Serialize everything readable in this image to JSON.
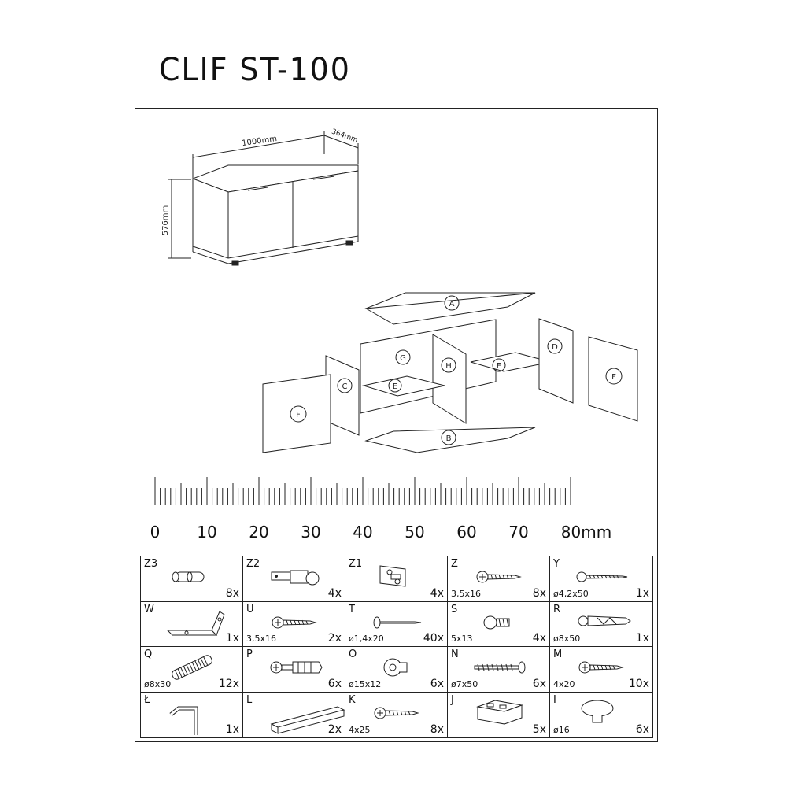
{
  "title": "CLIF ST-100",
  "dimensions": {
    "width": "1000mm",
    "depth": "364mm",
    "height": "576mm"
  },
  "panels": [
    "A",
    "B",
    "C",
    "D",
    "E",
    "E",
    "F",
    "F",
    "G",
    "H"
  ],
  "ruler": {
    "labels": [
      "0",
      "10",
      "20",
      "30",
      "40",
      "50",
      "60",
      "70",
      "80mm"
    ]
  },
  "parts": [
    {
      "code": "Z3",
      "size": "",
      "qty": "8x",
      "icon": "dowel-connector-icon"
    },
    {
      "code": "Z2",
      "size": "",
      "qty": "4x",
      "icon": "hinge-icon"
    },
    {
      "code": "Z1",
      "size": "",
      "qty": "4x",
      "icon": "mounting-plate-icon"
    },
    {
      "code": "Z",
      "size": "3,5x16",
      "qty": "8x",
      "icon": "screw-icon"
    },
    {
      "code": "Y",
      "size": "ø4,2x50",
      "qty": "1x",
      "icon": "long-screw-icon"
    },
    {
      "code": "W",
      "size": "",
      "qty": "1x",
      "icon": "angle-bracket-icon"
    },
    {
      "code": "U",
      "size": "3,5x16",
      "qty": "2x",
      "icon": "screw-icon"
    },
    {
      "code": "T",
      "size": "ø1,4x20",
      "qty": "40x",
      "icon": "nail-icon"
    },
    {
      "code": "S",
      "size": "5x13",
      "qty": "4x",
      "icon": "short-screw-icon"
    },
    {
      "code": "R",
      "size": "ø8x50",
      "qty": "1x",
      "icon": "wall-plug-icon"
    },
    {
      "code": "Q",
      "size": "ø8x30",
      "qty": "12x",
      "icon": "wooden-dowel-icon"
    },
    {
      "code": "P",
      "size": "",
      "qty": "6x",
      "icon": "cam-bolt-icon"
    },
    {
      "code": "O",
      "size": "ø15x12",
      "qty": "6x",
      "icon": "cam-lock-icon"
    },
    {
      "code": "N",
      "size": "ø7x50",
      "qty": "6x",
      "icon": "confirmat-screw-icon"
    },
    {
      "code": "M",
      "size": "4x20",
      "qty": "10x",
      "icon": "screw-icon"
    },
    {
      "code": "Ł",
      "size": "",
      "qty": "1x",
      "icon": "allen-key-icon"
    },
    {
      "code": "L",
      "size": "",
      "qty": "2x",
      "icon": "l-bracket-icon"
    },
    {
      "code": "K",
      "size": "4x25",
      "qty": "8x",
      "icon": "screw-icon"
    },
    {
      "code": "J",
      "size": "",
      "qty": "5x",
      "icon": "shelf-support-block-icon"
    },
    {
      "code": "I",
      "size": "ø16",
      "qty": "6x",
      "icon": "knob-icon"
    }
  ]
}
